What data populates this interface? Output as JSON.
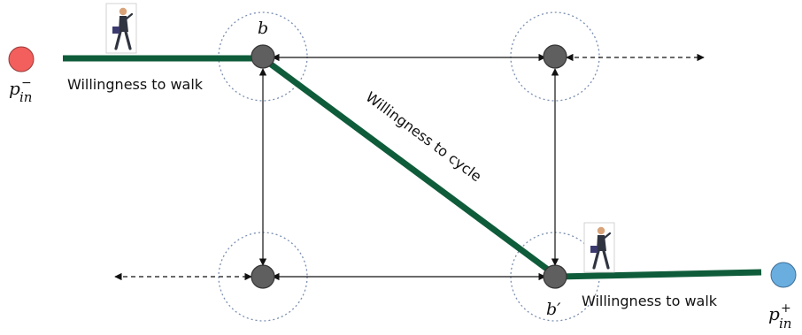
{
  "labels": {
    "walk_left": "Willingness to walk",
    "cycle": "Willingness to cycle",
    "walk_right": "Willingness to walk"
  },
  "nodes": {
    "b": "b",
    "b_prime": "b′"
  },
  "points": {
    "origin_base": "p",
    "origin_sub": "in",
    "origin_sup": "−",
    "dest_base": "p",
    "dest_sub": "in",
    "dest_sup": "+"
  },
  "colors": {
    "path_green": "#0f5c3a",
    "origin_fill": "#f25f5c",
    "destination_fill": "#6aaee0",
    "node_fill": "#5f5f5f",
    "range_ring": "#7b8fb0"
  }
}
